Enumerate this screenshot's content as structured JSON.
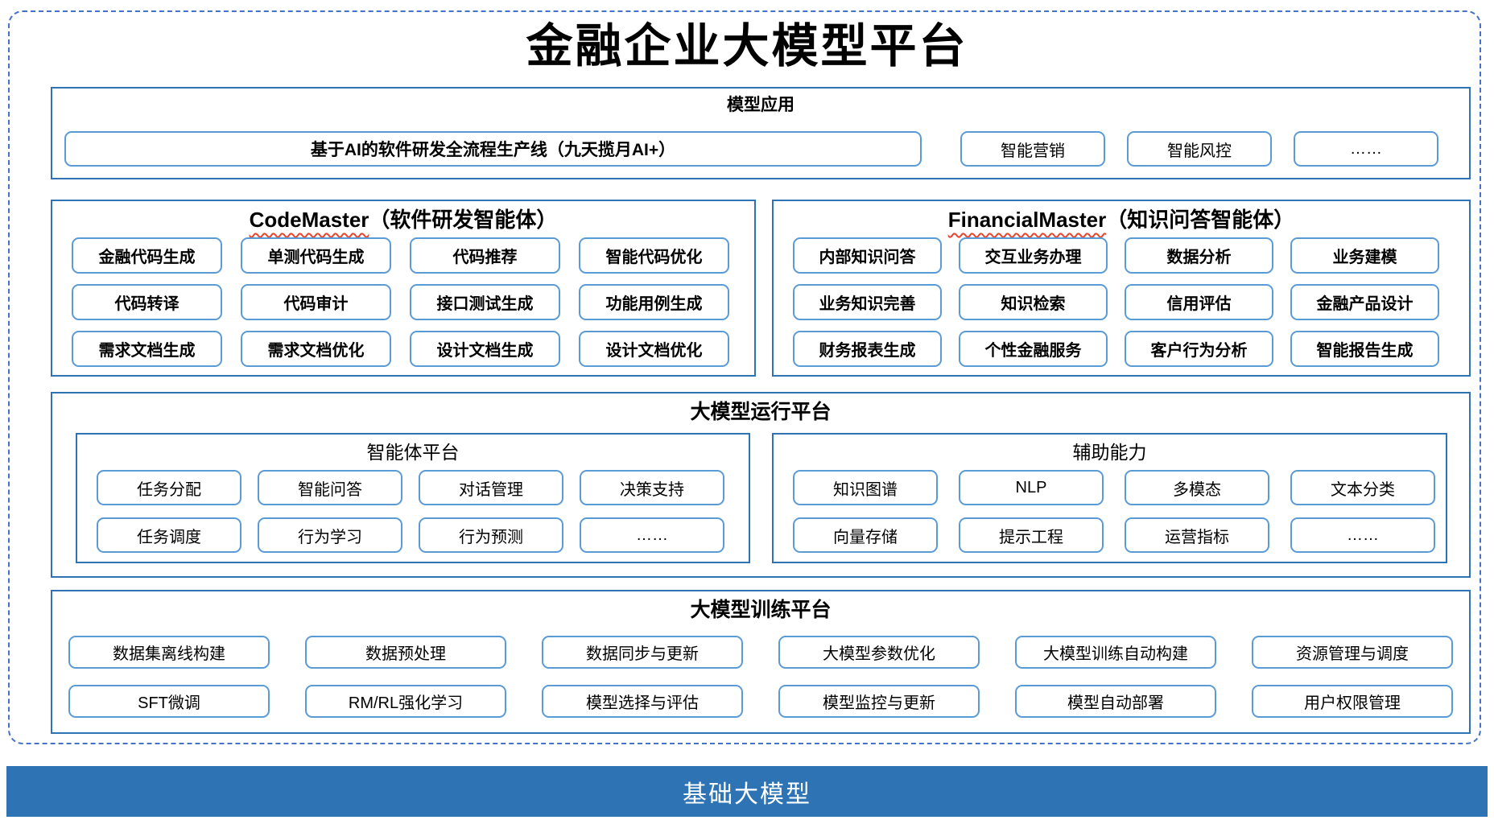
{
  "title": "金融企业大模型平台",
  "colors": {
    "section_border": "#2E74B5",
    "pill_border": "#5B9BD5",
    "dashed_frame": "#4472C4",
    "squiggle_red": "#E8442E",
    "foundation_bar_bg": "#2E74B5",
    "foundation_bar_text": "#FFFFFF"
  },
  "model_app": {
    "title": "模型应用",
    "main_pipeline": "基于AI的软件研发全流程生产线（九天揽月AI+）",
    "items": [
      "智能营销",
      "智能风控",
      "……"
    ]
  },
  "codemaster": {
    "title_en": "CodeMaster",
    "title_zh": "（软件研发智能体）",
    "items": [
      "金融代码生成",
      "单测代码生成",
      "代码推荐",
      "智能代码优化",
      "代码转译",
      "代码审计",
      "接口测试生成",
      "功能用例生成",
      "需求文档生成",
      "需求文档优化",
      "设计文档生成",
      "设计文档优化"
    ]
  },
  "financialmaster": {
    "title_en": "FinancialMaster",
    "title_zh": "（知识问答智能体）",
    "items": [
      "内部知识问答",
      "交互业务办理",
      "数据分析",
      "业务建模",
      "业务知识完善",
      "知识检索",
      "信用评估",
      "金融产品设计",
      "财务报表生成",
      "个性金融服务",
      "客户行为分析",
      "智能报告生成"
    ]
  },
  "runtime_platform": {
    "title": "大模型运行平台",
    "agent_platform": {
      "title": "智能体平台",
      "items": [
        "任务分配",
        "智能问答",
        "对话管理",
        "决策支持",
        "任务调度",
        "行为学习",
        "行为预测",
        "……"
      ]
    },
    "auxiliary": {
      "title": "辅助能力",
      "items": [
        "知识图谱",
        "NLP",
        "多模态",
        "文本分类",
        "向量存储",
        "提示工程",
        "运营指标",
        "……"
      ]
    }
  },
  "training_platform": {
    "title": "大模型训练平台",
    "items": [
      "数据集离线构建",
      "数据预处理",
      "数据同步与更新",
      "大模型参数优化",
      "大模型训练自动构建",
      "资源管理与调度",
      "SFT微调",
      "RM/RL强化学习",
      "模型选择与评估",
      "模型监控与更新",
      "模型自动部署",
      "用户权限管理"
    ]
  },
  "foundation": {
    "label": "基础大模型"
  }
}
